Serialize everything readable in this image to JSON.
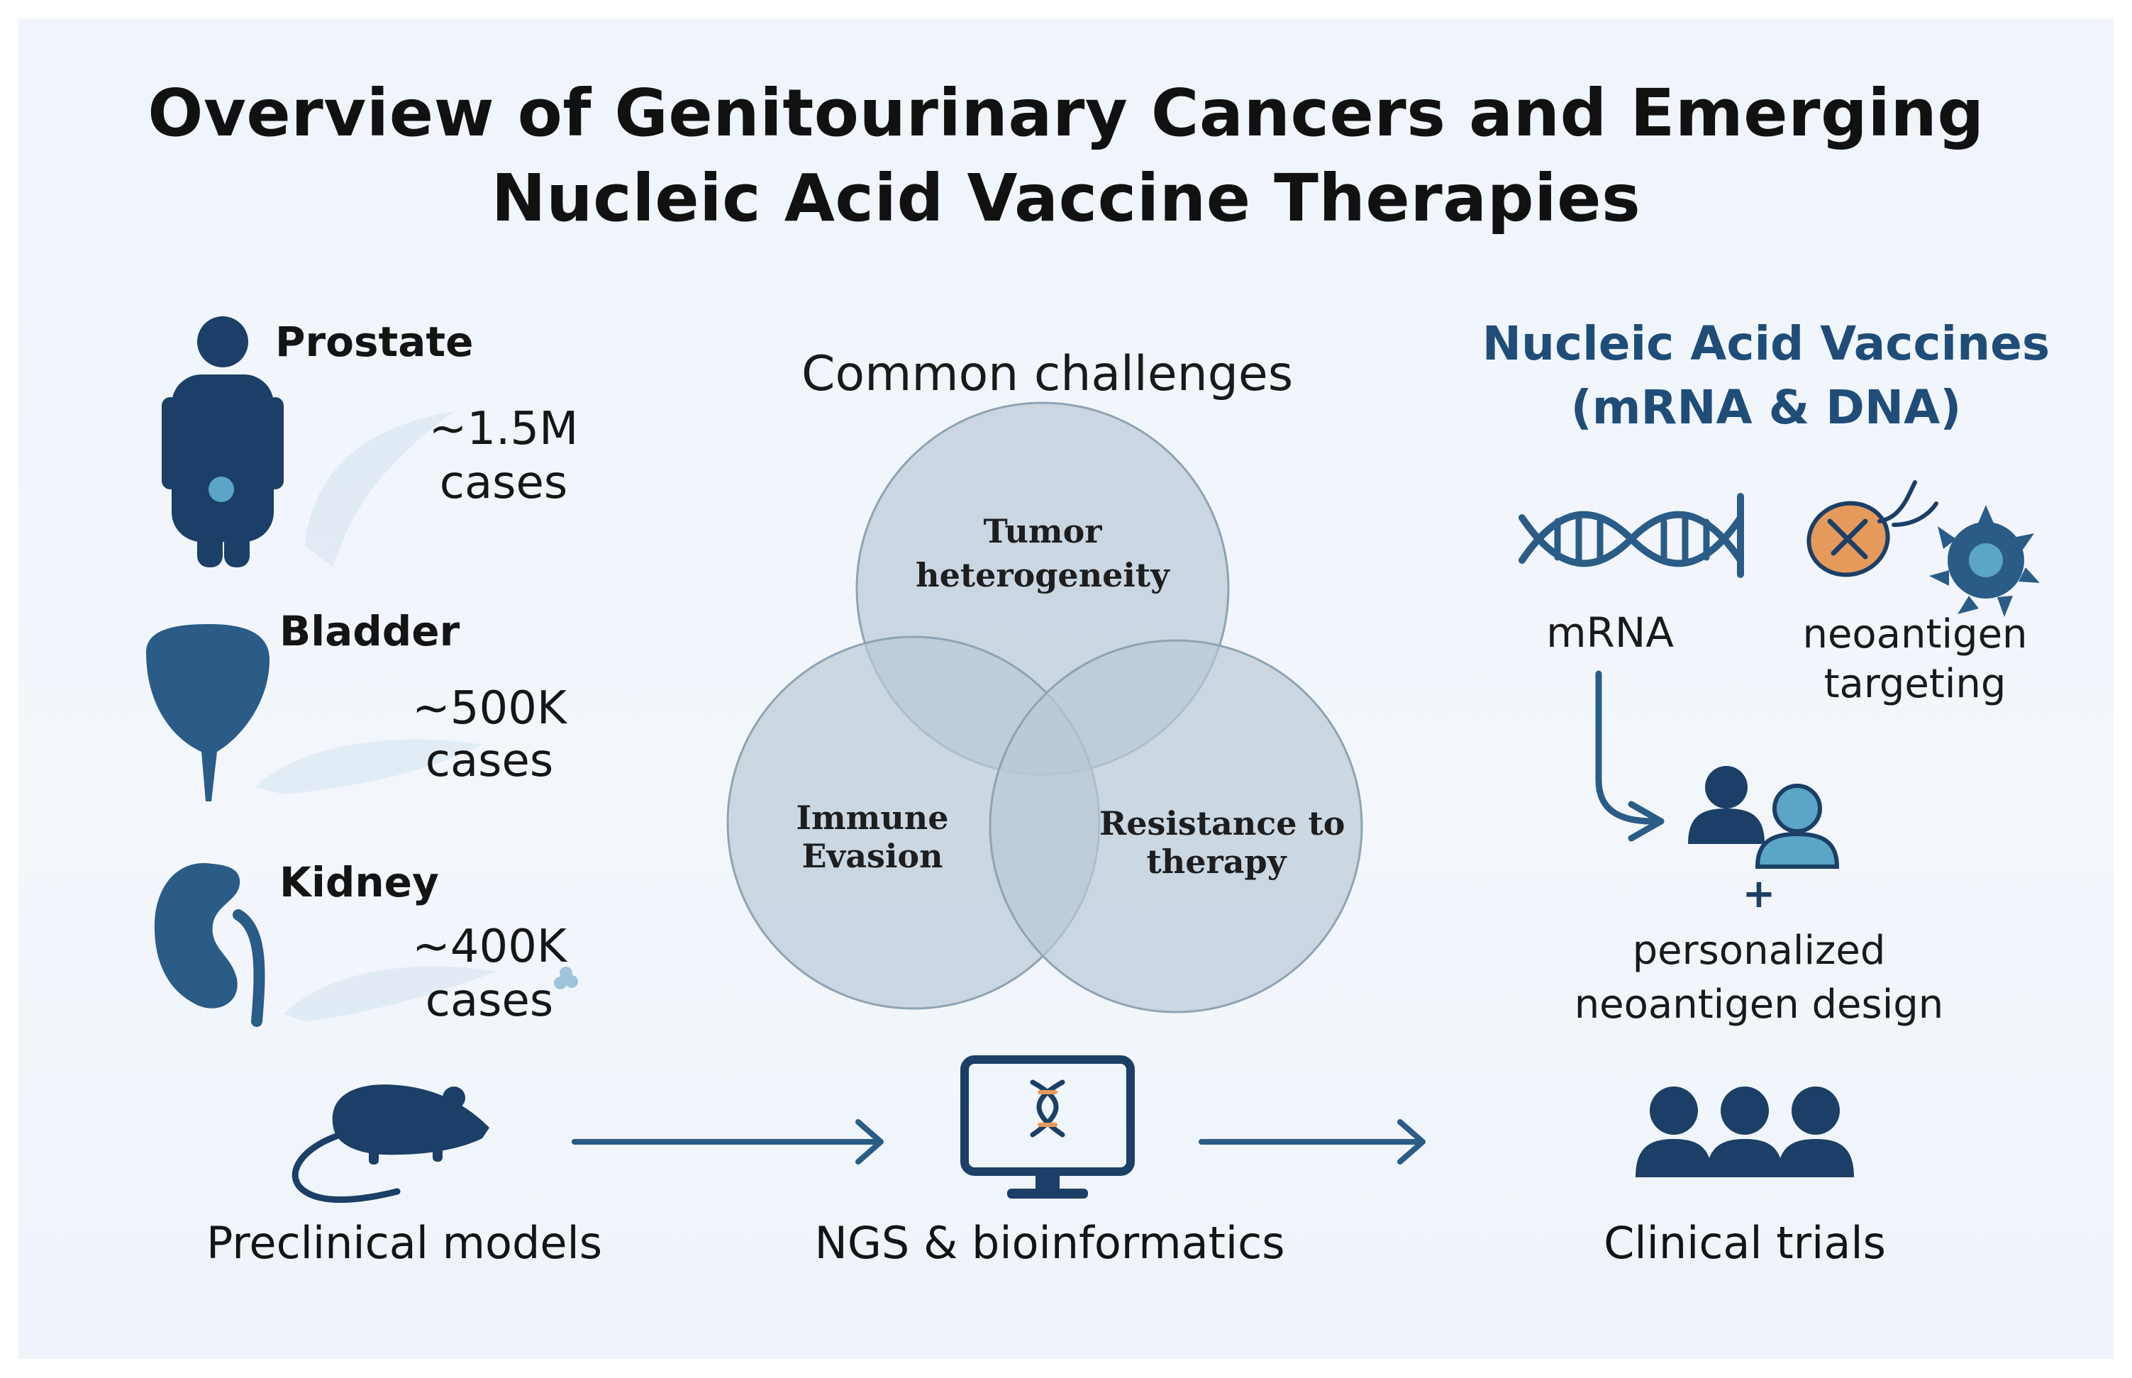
{
  "title_line1": "Overview of Genitourinary Cancers and Emerging",
  "title_line2": "Nucleic Acid Vaccine Therapies",
  "colors": {
    "navy": "#1b3f66",
    "blue": "#2a5c87",
    "accent": "#5aa5c8",
    "orange": "#e59a5c",
    "venn_fill": "#b9c9d6",
    "venn_stroke": "#8fa3b4"
  },
  "cancers": [
    {
      "name": "Prostate",
      "count": "~1.5M",
      "unit": "cases",
      "icon": "human-figure-icon"
    },
    {
      "name": "Bladder",
      "count": "~500K",
      "unit": "cases",
      "icon": "bladder-icon"
    },
    {
      "name": "Kidney",
      "count": "~400K",
      "unit": "cases",
      "icon": "kidney-icon"
    }
  ],
  "challenges": {
    "heading": "Common challenges",
    "top_line1": "Tumor",
    "top_line2": "heterogeneity",
    "left_line1": "Immune",
    "left_line2": "Evasion",
    "right_line1": "Resistance to",
    "right_line2": "therapy"
  },
  "vaccines": {
    "heading_line1": "Nucleic Acid Vaccines",
    "heading_line2": "(mRNA & DNA)",
    "mrna_label": "mRNA",
    "neo_line1": "neoantigen",
    "neo_line2": "targeting",
    "plus": "+",
    "design_line1": "personalized",
    "design_line2": "neoantigen design"
  },
  "pipeline": [
    {
      "label": "Preclinical models",
      "icon": "mouse-icon"
    },
    {
      "label": "NGS & bioinformatics",
      "icon": "computer-dna-icon"
    },
    {
      "label": "Clinical trials",
      "icon": "people-group-icon"
    }
  ]
}
